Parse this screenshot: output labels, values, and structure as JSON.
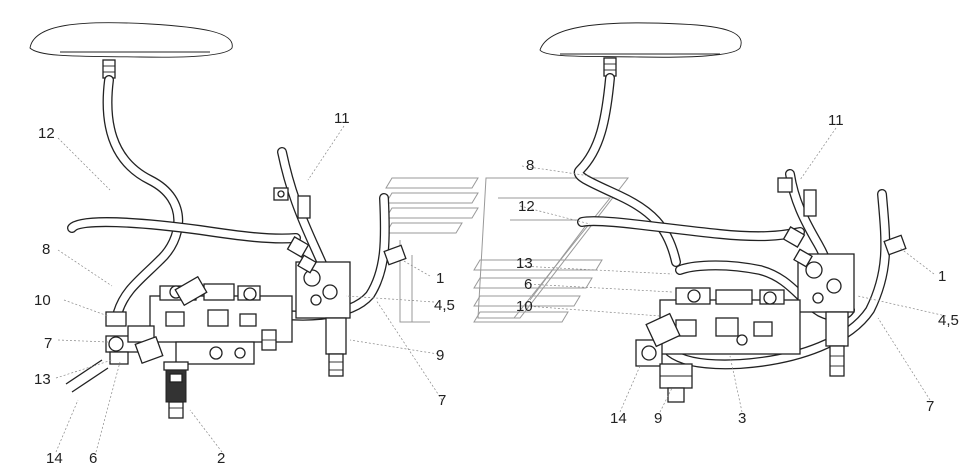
{
  "labels_left": {
    "l12": "12",
    "l11": "11",
    "l8": "8",
    "l10": "10",
    "l7a": "7",
    "l13": "13",
    "l14": "14",
    "l6": "6",
    "l2": "2",
    "l1": "1",
    "l45": "4,5",
    "l9": "9",
    "l7b": "7"
  },
  "labels_center": {
    "l8": "8",
    "l12": "12",
    "l13": "13",
    "l6": "6",
    "l10": "10"
  },
  "labels_right": {
    "l11": "11",
    "l1": "1",
    "l45": "4,5",
    "l14": "14",
    "l9": "9",
    "l3": "3",
    "l7": "7"
  }
}
